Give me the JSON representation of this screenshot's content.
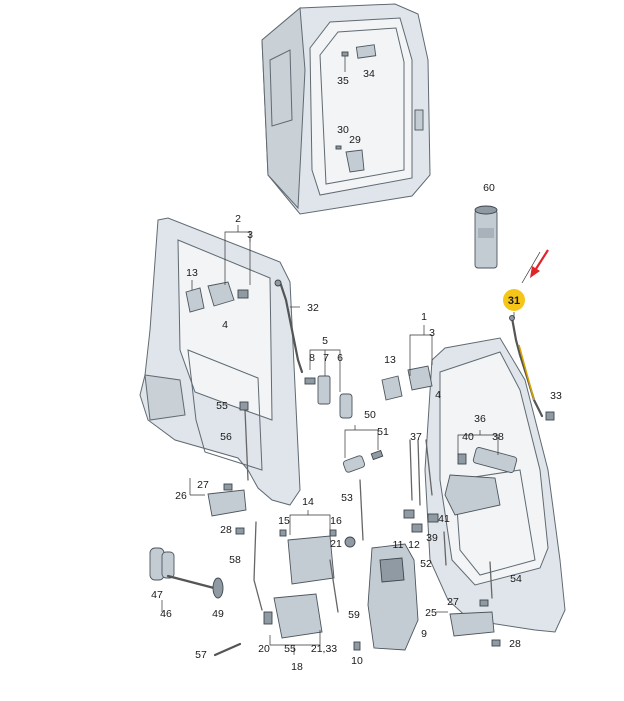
{
  "callouts": [
    "60",
    "35",
    "34",
    "30",
    "29",
    "2",
    "3",
    "13",
    "4",
    "32",
    "5",
    "8",
    "7",
    "6",
    "55",
    "56",
    "1",
    "3",
    "13",
    "4",
    "31",
    "33",
    "50",
    "51",
    "36",
    "40",
    "38",
    "37",
    "26",
    "27",
    "28",
    "14",
    "53",
    "41",
    "39",
    "15",
    "16",
    "21",
    "11",
    "12",
    "58",
    "52",
    "54",
    "47",
    "46",
    "49",
    "59",
    "25",
    "27",
    "28",
    "57",
    "20",
    "55",
    "18",
    "21,33",
    "10",
    "9"
  ],
  "highlighted_callout": "31",
  "colors": {
    "highlight": "#f5c518",
    "arrow": "#e0242a",
    "panel": "#dfe5ea",
    "part": "#c4ccd3",
    "line": "#4d565e"
  }
}
